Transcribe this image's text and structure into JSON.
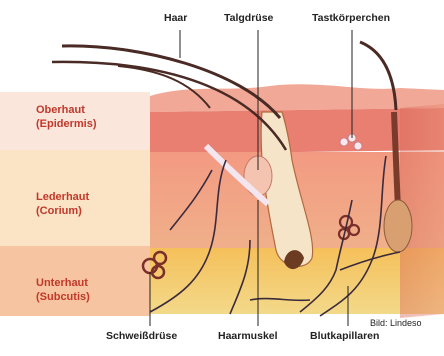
{
  "layers": [
    {
      "name": "Oberhaut",
      "latin": "(Epidermis)"
    },
    {
      "name": "Lederhaut",
      "latin": "(Corium)"
    },
    {
      "name": "Unterhaut",
      "latin": "(Subcutis)"
    }
  ],
  "top_labels": [
    "Haar",
    "Talgdrüse",
    "Tastkörperchen"
  ],
  "bottom_labels": [
    "Schweißdrüse",
    "Haarmuskel",
    "Blutkapillaren"
  ],
  "credit": "Bild: Lindeso",
  "colors": {
    "epidermis": "#e8877a",
    "corium": "#f2a089",
    "subcutis": "#f7c85a",
    "vessel": "#3a2a3c",
    "label_red": "#c0392b"
  }
}
